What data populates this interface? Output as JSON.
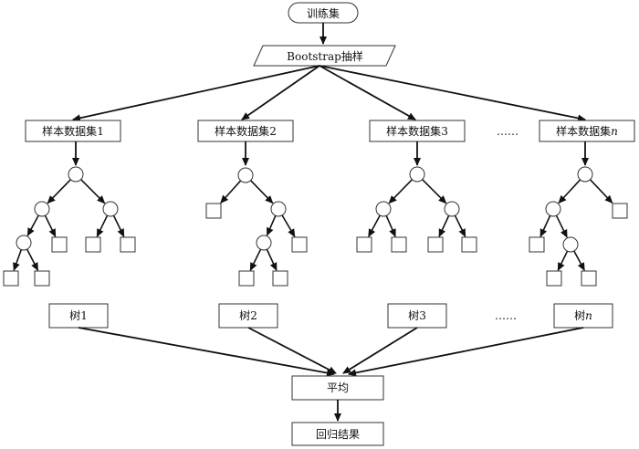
{
  "diagram": {
    "start": "训练集",
    "sampling": "Bootstrap抽样",
    "datasets": [
      {
        "prefix": "样本数据集",
        "suffix": "1"
      },
      {
        "prefix": "样本数据集",
        "suffix": "2"
      },
      {
        "prefix": "样本数据集",
        "suffix": "3"
      },
      {
        "prefix": "样本数据集",
        "suffix": "n"
      }
    ],
    "trees": [
      {
        "prefix": "树",
        "suffix": "1"
      },
      {
        "prefix": "树",
        "suffix": "2"
      },
      {
        "prefix": "树",
        "suffix": "3"
      },
      {
        "prefix": "树",
        "suffix": "n"
      }
    ],
    "ellipsis": "……",
    "aggregate": "平均",
    "result": "回归结果"
  }
}
